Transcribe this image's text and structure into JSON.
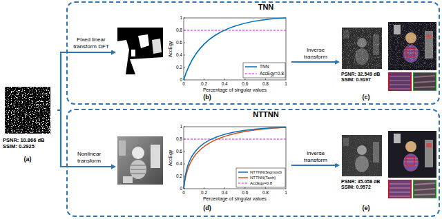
{
  "diagram": {
    "nodes": [
      {
        "text": [
          "PSNR: 10.866 dB SSIM: 0.2925",
          "(a)"
        ]
      },
      {
        "text": [
          "TNN"
        ]
      },
      {
        "text": [
          "(b)"
        ],
        "in": 1
      },
      {
        "text": [
          "PSNR: 32.549 dB SSIM: 0.9197",
          "(c)"
        ],
        "in": 1
      },
      {
        "text": [
          "NTTNN"
        ]
      },
      {
        "text": [
          "(d)"
        ],
        "in": 4
      },
      {
        "text": [
          "PSNR: 35.058 dB SSIM: 0.9572",
          "(e)"
        ],
        "in": 4
      }
    ],
    "edges": [
      {
        "from": 0,
        "to": 2,
        "arrow": "to",
        "label": "Fixed linear transform DFT"
      },
      {
        "from": 0,
        "to": 5,
        "arrow": "to",
        "label": "Nonlinear transform"
      },
      {
        "from": 2,
        "to": 3,
        "arrow": "to",
        "label": "Inverse transform"
      },
      {
        "from": 5,
        "to": 6,
        "arrow": "to",
        "label": "Inverse transform"
      }
    ],
    "labels": [
      "AccEgy",
      "0",
      "0.2",
      "0.4",
      "0.6",
      "0.8",
      "1",
      "0",
      "0.2",
      "0.4",
      "0.6",
      "0.8",
      "1",
      "Percentage of singular values",
      "AccEgy",
      "0",
      "0.2",
      "0.4",
      "0.6",
      "0.8",
      "1",
      "0",
      "0.2",
      "0.4",
      "0.6",
      "0.8",
      "1",
      "Percentage of singular values"
    ],
    "legend": [
      {
        "text": "TNN"
      },
      {
        "text": "AccEgy=0.8"
      },
      {
        "text": "NTTNN(Sigmoid)"
      },
      {
        "text": "NTTNN(Tanh)"
      },
      {
        "text": "AccEgy=0.8"
      }
    ]
  }
}
